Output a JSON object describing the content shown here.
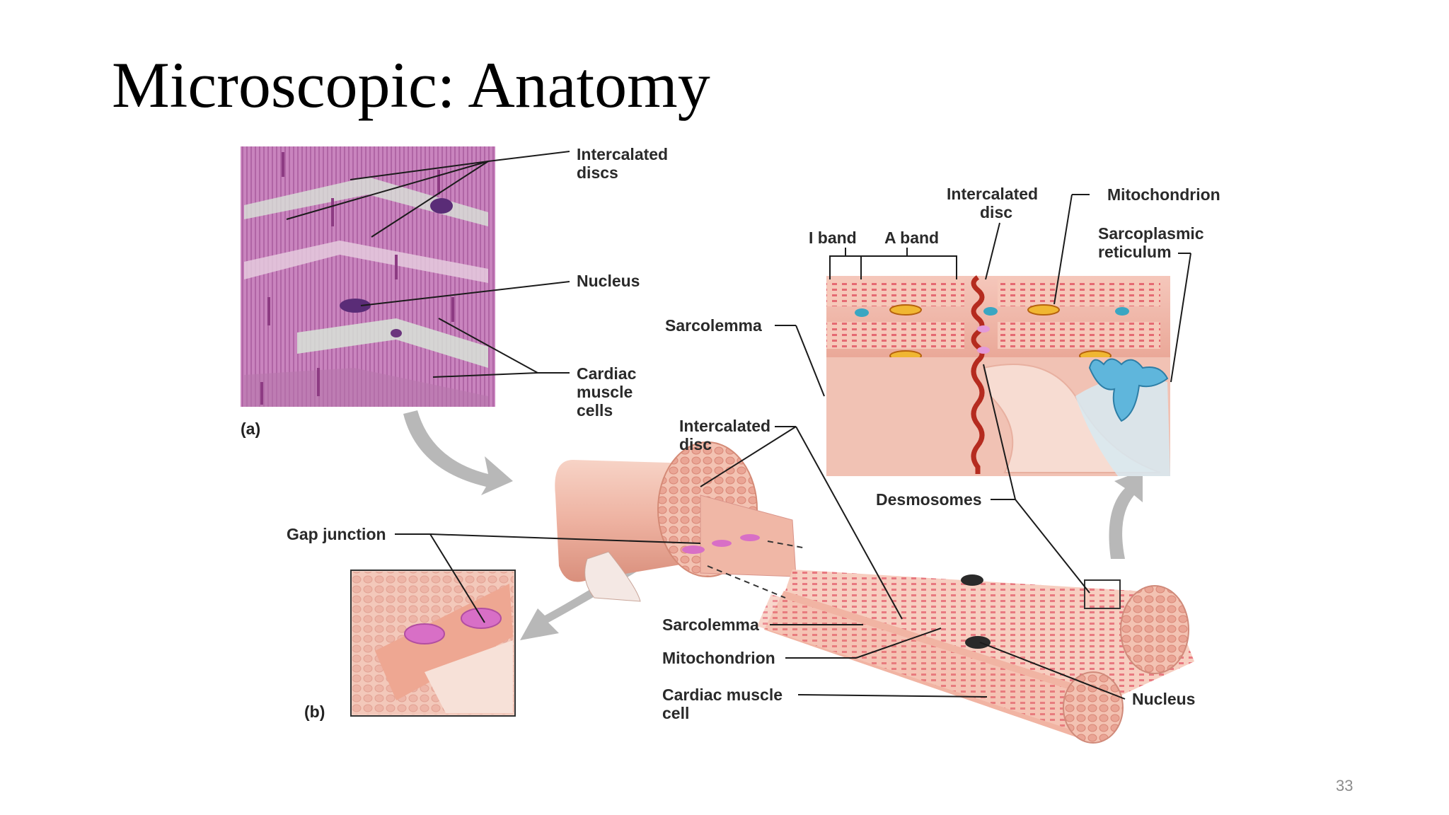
{
  "slide": {
    "title": "Microscopic: Anatomy",
    "page_number": "33"
  },
  "figure": {
    "panel_a": {
      "panel_label": "(a)",
      "labels": {
        "intercalated_discs": [
          "Intercalated",
          "discs"
        ],
        "nucleus": "Nucleus",
        "cardiac_muscle_cells": [
          "Cardiac",
          "muscle",
          "cells"
        ]
      }
    },
    "panel_b": {
      "panel_label": "(b)",
      "labels": {
        "gap_junction": "Gap junction",
        "intercalated_disc_mid": [
          "Intercalated",
          "disc"
        ],
        "sarcolemma_bottom": "Sarcolemma",
        "mitochondrion_bottom": "Mitochondrion",
        "cardiac_muscle_cell": [
          "Cardiac muscle",
          "cell"
        ],
        "nucleus_right": "Nucleus",
        "desmosomes": "Desmosomes",
        "sarcolemma_top": "Sarcolemma",
        "intercalated_disc_top": [
          "Intercalated",
          "disc"
        ],
        "mitochondrion_top": "Mitochondrion",
        "sarcoplasmic_reticulum": [
          "Sarcoplasmic",
          "reticulum"
        ],
        "i_band": "I band",
        "a_band": "A band"
      }
    }
  },
  "colors": {
    "micrograph": "#c777b8",
    "muscle_tissue": "#f2b8a8",
    "sarcomere_stripe": "#e04d5a",
    "sarcoplasmic_reticulum": "#5fb6dc",
    "gap_junction": "#d86fc6",
    "arrow_gray": "#b5b5b5"
  }
}
